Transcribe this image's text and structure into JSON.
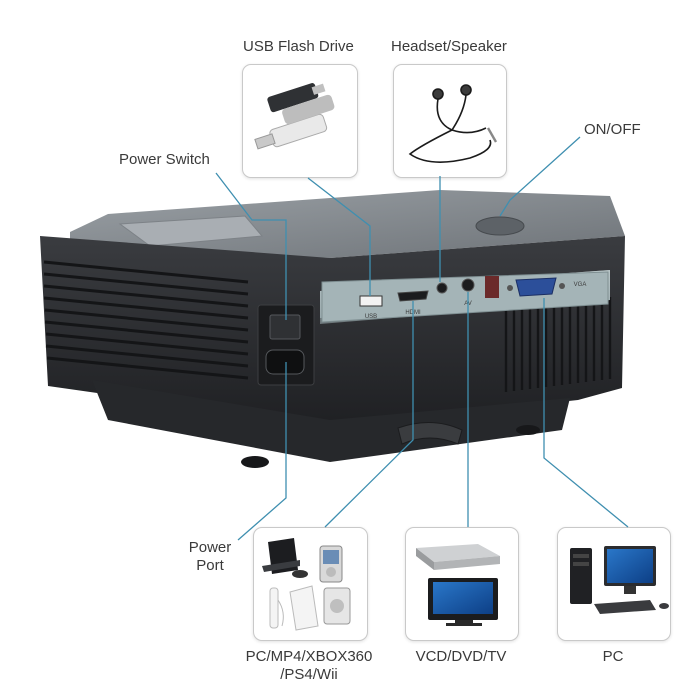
{
  "labels": {
    "usb_flash_drive": "USB Flash Drive",
    "headset_speaker": "Headset/Speaker",
    "on_off": "ON/OFF",
    "power_switch": "Power Switch",
    "power_port_line1": "Power",
    "power_port_line2": "Port",
    "consoles_line1": "PC/MP4/XBOX360",
    "consoles_line2": "/PS4/Wii",
    "vcd_dvd_tv": "VCD/DVD/TV",
    "pc": "PC"
  },
  "port_labels": {
    "usb": "USB",
    "hdmi": "HDMI",
    "av": "AV",
    "vga": "VGA"
  },
  "colors": {
    "accent_line": "#3f8fb0",
    "projector_body": "#2c2e31",
    "projector_top": "#8c9196",
    "port_panel": "#a8b8bb",
    "label_text": "#3a3a3a"
  }
}
